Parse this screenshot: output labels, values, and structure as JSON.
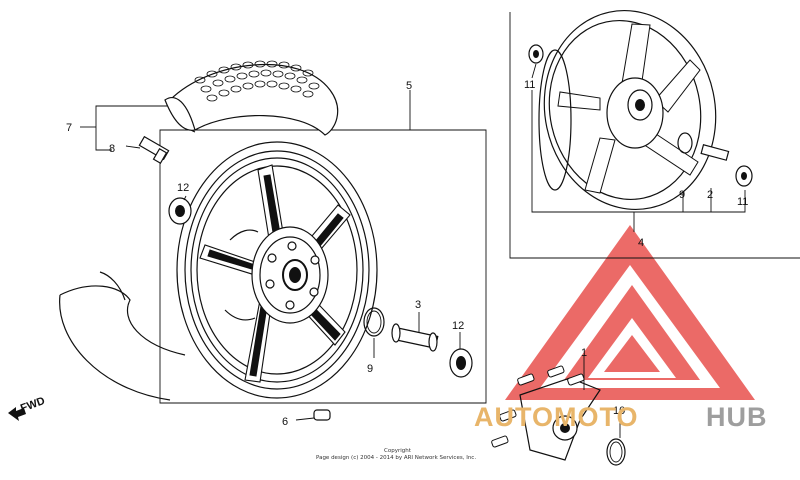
{
  "callouts": {
    "c1": "1",
    "c2": "2",
    "c3": "3",
    "c4": "4",
    "c5": "5",
    "c6": "6",
    "c7": "7",
    "c8": "8",
    "c9a": "9",
    "c9b": "9",
    "c10": "10",
    "c11a": "11",
    "c11b": "11",
    "c12a": "12",
    "c12b": "12"
  },
  "direction_label": "FWD",
  "copyright": {
    "line1": "Copyright",
    "line2": "Page design (c) 2004 - 2014 by ARI Network Services, Inc."
  },
  "watermark": {
    "part_a": "AUTOMOTO",
    "part_b": "HUB",
    "logo_color": "#e53935",
    "text_color_a": "#e8b56a",
    "text_color_b": "#9e9e9e"
  }
}
